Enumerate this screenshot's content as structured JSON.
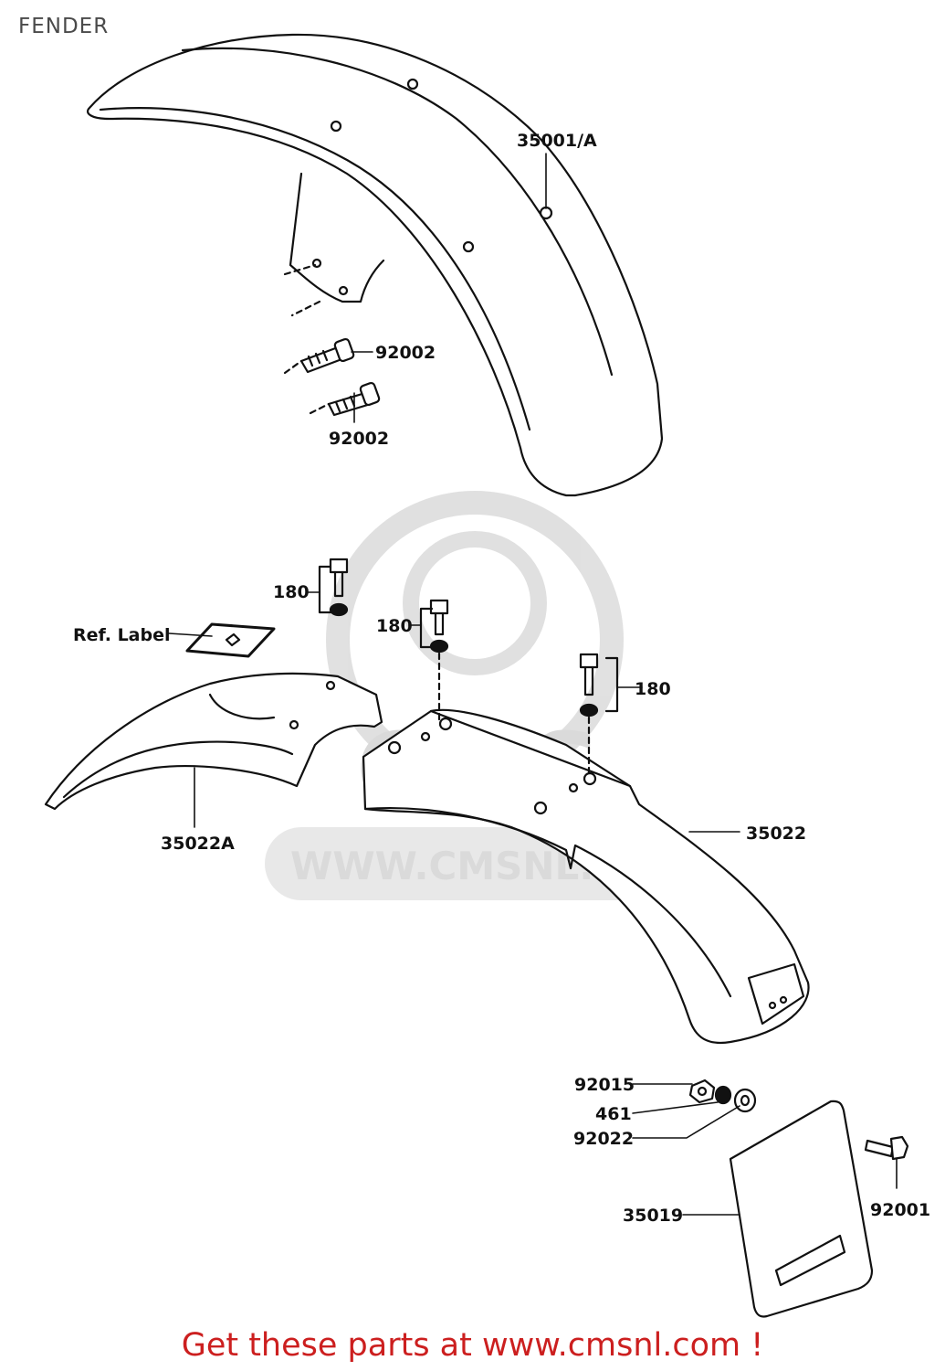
{
  "page_title": "FENDER",
  "footer_text": "Get these parts at www.cmsnl.com !",
  "watermark": {
    "brand": "CMS",
    "url": "WWW.CMSNL.COM"
  },
  "labels": {
    "part_35001A": "35001/A",
    "part_92002_a": "92002",
    "part_92002_b": "92002",
    "part_180_a": "180",
    "part_180_b": "180",
    "part_180_c": "180",
    "ref_label": "Ref. Label",
    "part_35022A": "35022A",
    "part_35022": "35022",
    "part_92015": "92015",
    "part_461": "461",
    "part_92022": "92022",
    "part_35019": "35019",
    "part_92001": "92001"
  },
  "colors": {
    "footer": "#cc1f1f",
    "watermark": "#bdbdbd",
    "line": "#111111"
  }
}
